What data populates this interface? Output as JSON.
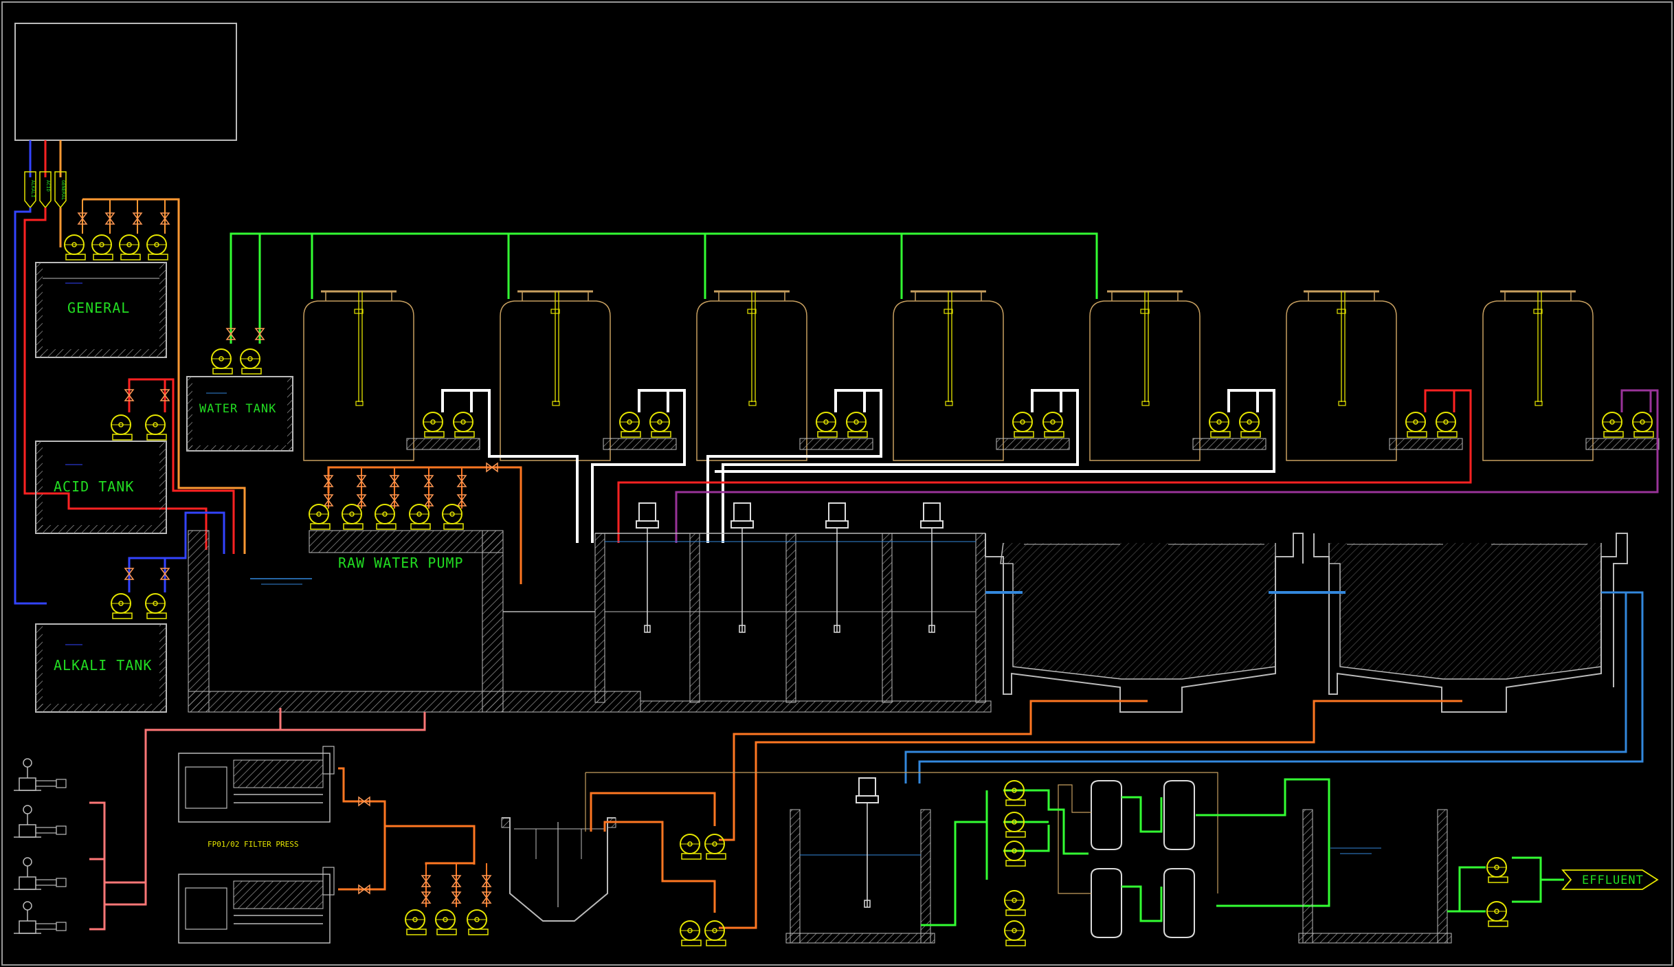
{
  "labels": {
    "general": "GENERAL",
    "acid_tank": "ACID TANK",
    "alkali_tank": "ALKALI TANK",
    "water_tank": "WATER TANK",
    "raw_water_pump": "RAW WATER PUMP",
    "filter_press": "FP01/02 FILTER PRESS",
    "effluent": "EFFLUENT",
    "tag_alkali": "ALKALI",
    "tag_acid": "ACID",
    "tag_general": "GENERAL"
  },
  "colors": {
    "background": "#000000",
    "label_green": "#22dd22",
    "water_line": "#33ff33",
    "sludge_line": "#ff7722",
    "chemical_acid": "#ff2222",
    "chemical_alkali": "#3344ff",
    "general_line": "#ff9933",
    "clean_water": "#3388dd",
    "purple_line": "#993399",
    "pink_line": "#ff7777",
    "white_line": "#ffffff",
    "structure": "#bbbbbb",
    "equipment": "#e6e600",
    "tank_outline": "#c8a060"
  },
  "icons": {
    "pump": "centrifugal-pump-icon",
    "valve": "gate-valve-icon",
    "agitator": "agitator-motor-icon",
    "filter_press": "filter-press-icon",
    "pressure_vessel": "pressure-vessel-icon",
    "effluent_arrow": "outflow-arrow-icon"
  }
}
